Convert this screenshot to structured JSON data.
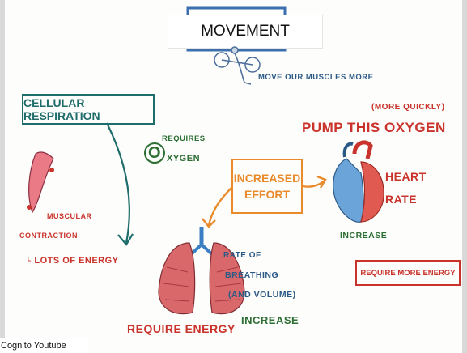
{
  "title": "MOVEMENT",
  "movement_caption": "MOVE OUR MUSCLES MORE",
  "cellular_respiration": "CELLULAR RESPIRATION",
  "requires": "REQUIRES",
  "oxygen_initial": "O",
  "oxygen_rest": "XYGEN",
  "muscular_contraction_1": "MUSCULAR",
  "muscular_contraction_2": "CONTRACTION",
  "lots_of_energy": "LOTS OF ENERGY",
  "increased_effort_1": "INCREASED",
  "increased_effort_2": "EFFORT",
  "more_quickly": "(MORE QUICKLY)",
  "pump_oxygen": "PUMP THIS OXYGEN",
  "heart_rate_1": "HEART",
  "heart_rate_2": "RATE",
  "heart_increase": "INCREASE",
  "breathing_1": "RATE OF",
  "breathing_2": "BREATHING",
  "breathing_3": "(AND VOLUME)",
  "breathing_increase": "INCREASE",
  "require_energy": "REQUIRE ENERGY",
  "require_more_energy": "REQUIRE MORE ENERGY",
  "credit": "Cognito Youtube",
  "colors": {
    "teal": "#1f6d6a",
    "navy": "#2c5a86",
    "red": "#c9332b",
    "orange": "#e98a2b",
    "green": "#2d6e33"
  }
}
